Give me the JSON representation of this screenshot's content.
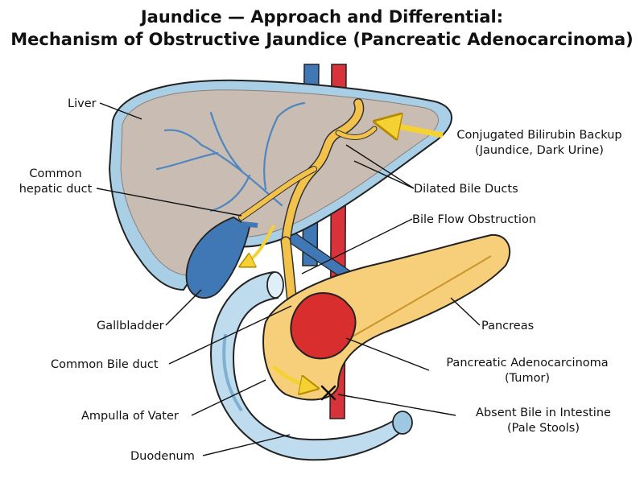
{
  "title": {
    "line1": "Jaundice — Approach and Differential:",
    "line2": "Mechanism of Obstructive Jaundice (Pancreatic Adenocarcinoma)"
  },
  "labels": {
    "liver": "Liver",
    "common_hepatic_1": "Common",
    "common_hepatic_2": "hepatic duct",
    "gallbladder": "Gallbladder",
    "common_bile_duct": "Common Bile duct",
    "ampulla": "Ampulla of Vater",
    "duodenum": "Duodenum",
    "backup_1": "Conjugated Bilirubin Backup",
    "backup_2": "(Jaundice, Dark Urine)",
    "dilated_ducts": "Dilated Bile Ducts",
    "obstruction": "Bile Flow Obstruction",
    "pancreas": "Pancreas",
    "tumor_1": "Pancreatic Adenocarcinoma",
    "tumor_2": "(Tumor)",
    "absent_bile_1": "Absent Bile in Intestine",
    "absent_bile_2": "(Pale Stools)"
  },
  "colors": {
    "liver": "#c9bcb2",
    "liver_capsule": "#a9cfe6",
    "bile_duct": "#f3c24a",
    "aorta": "#d8333a",
    "vein": "#3f78b4",
    "pancreas": "#f7cf7a",
    "tumor": "#d92e2e",
    "duodenum": "#bfdcee",
    "arrow": "#f5d233"
  }
}
